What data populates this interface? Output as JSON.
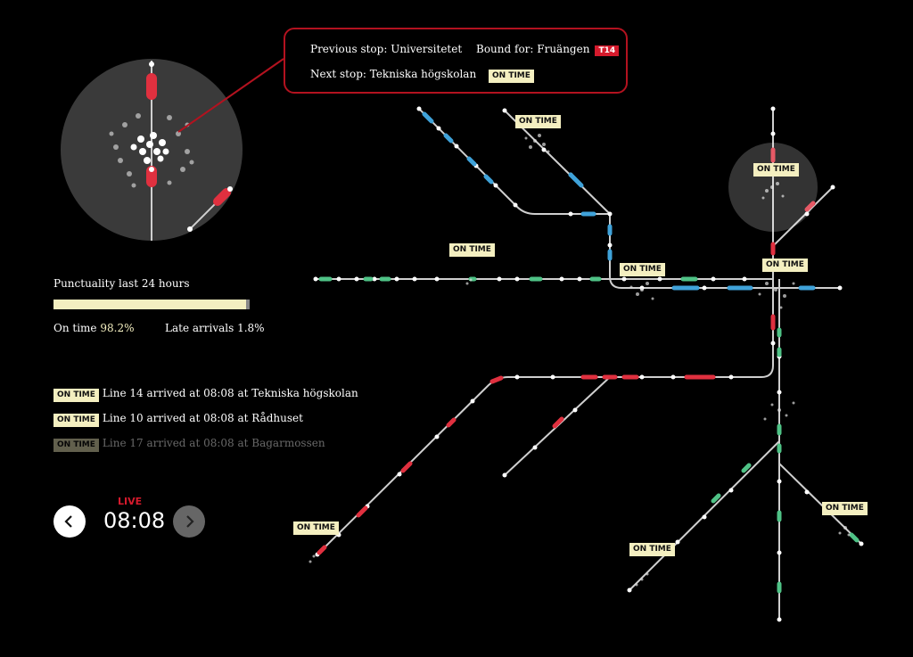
{
  "info_box": {
    "previous_stop": "Previous stop: Universitetet",
    "bound_for": "Bound for: Fruängen",
    "line_badge": "T14",
    "next_stop": "Next stop: Tekniska högskolan",
    "status": "ON TIME"
  },
  "punctuality": {
    "title": "Punctuality last 24 hours",
    "on_time_label": "On time",
    "on_time_value": "98.2%",
    "late_label": "Late arrivals",
    "late_value": "1.8%",
    "on_time_fraction": 0.982
  },
  "events": [
    {
      "badge": "ON TIME",
      "text": "Line 14 arrived at 08:08 at Tekniska högskolan"
    },
    {
      "badge": "ON TIME",
      "text": "Line 10 arrived at 08:08 at Rådhuset"
    },
    {
      "badge": "ON TIME",
      "text": "Line 17 arrived at 08:08 at Bagarmossen"
    }
  ],
  "clock": {
    "live_label": "LIVE",
    "time": "08:08"
  },
  "map_labels": {
    "l1": "ON TIME",
    "l2": "ON TIME",
    "l3": "ON TIME",
    "l4": "ON TIME",
    "l5": "ON TIME",
    "l6": "ON TIME",
    "l7": "ON TIME",
    "l8": "ON TIME"
  },
  "icons": {
    "prev": "chevron-left-icon",
    "next": "chevron-right-icon"
  },
  "colors": {
    "red_line": "#e0303f",
    "green_line": "#4fc286",
    "blue_line": "#3fa2d9",
    "badge_bg": "#f4efc0",
    "accent_red": "#b3121f"
  }
}
